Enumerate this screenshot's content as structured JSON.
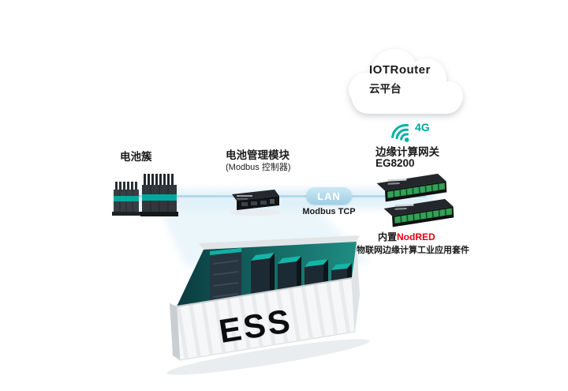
{
  "colors": {
    "accent_teal": "#00a99d",
    "highlight_red": "#e60012",
    "link_blue": "#aee0f2",
    "device_dark": "#101214"
  },
  "icons": {
    "wireless": "wifi-signal-icon",
    "cloud": "cloud-shape"
  },
  "cloud": {
    "title": "IOTRouter",
    "subtitle": "云平台"
  },
  "wireless": {
    "label": "4G"
  },
  "battery": {
    "label": "电池簇"
  },
  "bms": {
    "title": "电池管理模块",
    "subtitle": "(Modbus 控制器)"
  },
  "link": {
    "lan": "LAN",
    "protocol": "Modbus TCP"
  },
  "gateway": {
    "title": "边缘计算网关",
    "model": "EG8200",
    "builtin_prefix": "内置",
    "builtin_name": "NodRED",
    "suite": "物联网边缘计算工业应用套件"
  },
  "ess": {
    "label": "ESS"
  }
}
